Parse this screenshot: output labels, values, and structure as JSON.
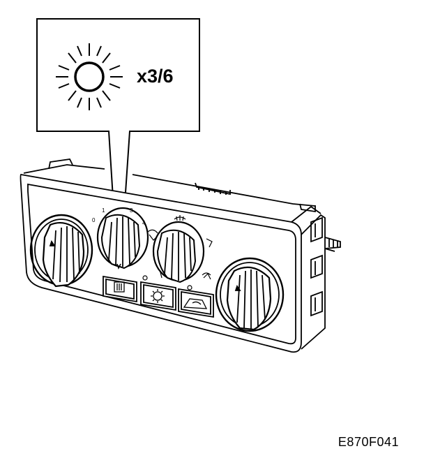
{
  "callout": {
    "label": "x3/6",
    "icon": "sun-icon"
  },
  "panel": {
    "dial_left_scale": [
      "0",
      "1",
      "3",
      "4"
    ],
    "buttons": [
      {
        "icon": "rear-defrost-icon"
      },
      {
        "icon": "fan-icon"
      },
      {
        "icon": "recirculation-icon"
      }
    ],
    "mode_icons": [
      "windscreen-defrost-icon",
      "face-vent-icon",
      "foot-vent-icon"
    ]
  },
  "figure_code": "E870F041",
  "colors": {
    "line": "#000000",
    "background": "#ffffff"
  }
}
